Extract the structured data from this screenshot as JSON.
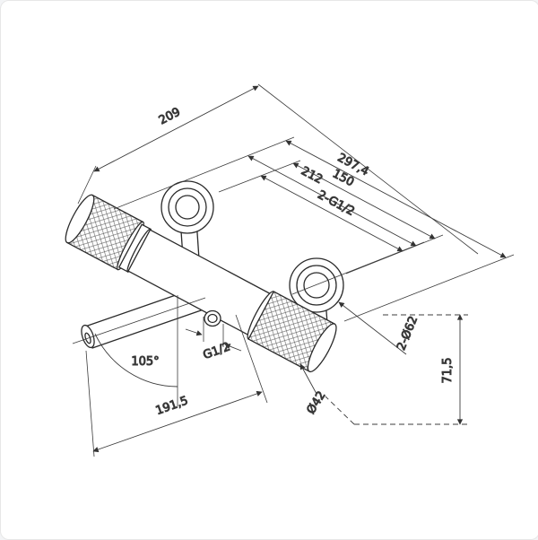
{
  "drawing": {
    "type": "technical-dimension-drawing",
    "subject": "wall-mounted shower mixer faucet, isometric view",
    "labels": {
      "depth_total": "209",
      "width_total": "297,4",
      "width_body": "212",
      "inlet_distance": "150",
      "inlet_thread": "2-G1/2",
      "outlet_thread": "G1/2",
      "spout_angle": "105°",
      "spout_projection": "191,5",
      "body_diameter": "Ø42",
      "flange_diameter": "2-Ø62",
      "height_offset": "71,5"
    },
    "colors": {
      "object_line": "#2a2a2a",
      "dimension_line": "#3c3c3c",
      "background": "#ffffff"
    }
  }
}
